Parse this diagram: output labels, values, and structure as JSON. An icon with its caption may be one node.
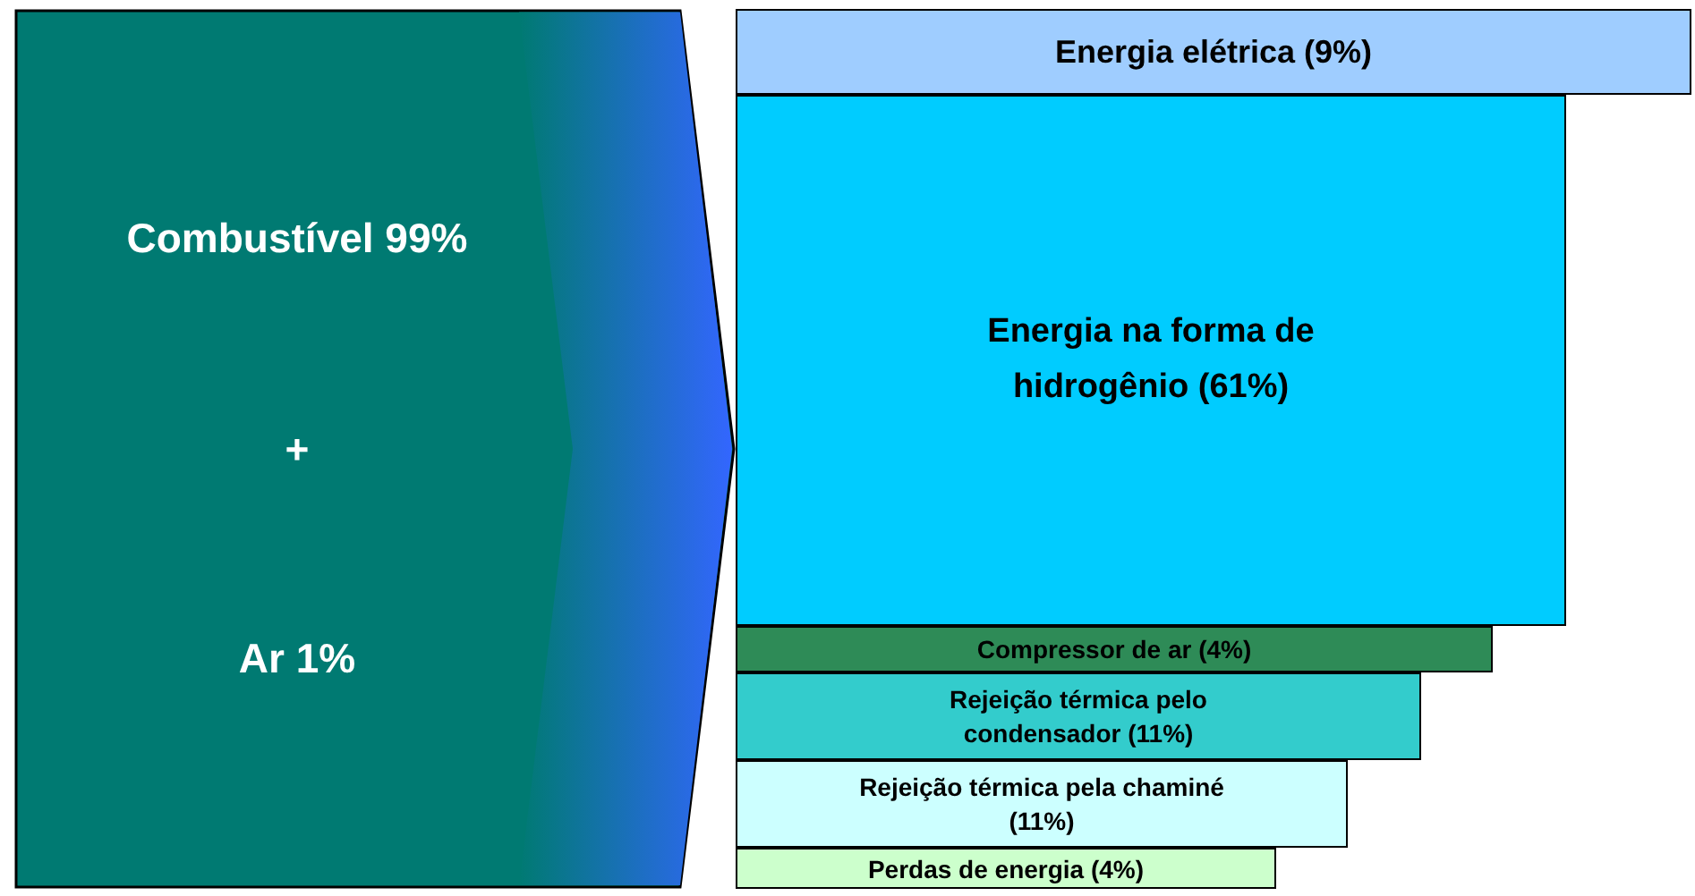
{
  "diagram": {
    "nodes": [
      {
        "text": [
          "Combustível 99%",
          "+",
          "Ar 1%"
        ]
      },
      {
        "text": [
          "Energia elétrica (9%)"
        ]
      },
      {
        "text": [
          "Energia na forma de hidrogênio (61%)"
        ]
      },
      {
        "text": [
          "Compressor de ar (4%)"
        ]
      },
      {
        "text": [
          "Rejeição térmica pelo condensador (11%)"
        ]
      },
      {
        "text": [
          "Rejeição térmica pela chaminé (11%)"
        ]
      },
      {
        "text": [
          "Perdas de energia (4%)"
        ]
      }
    ]
  }
}
